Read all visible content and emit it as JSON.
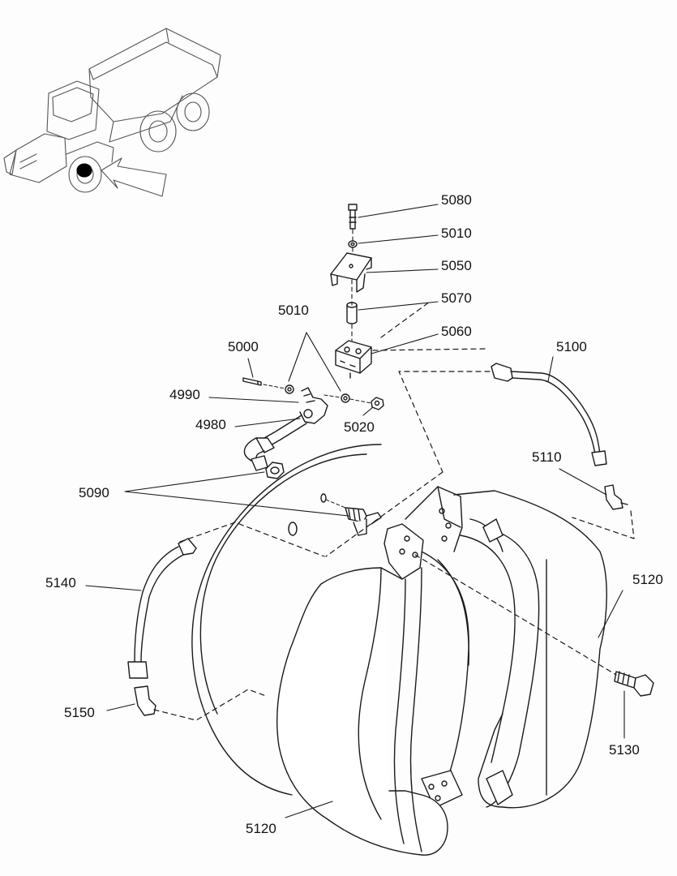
{
  "diagram": {
    "colors": {
      "line": "#1a1a1a",
      "fill": "#ffffff",
      "inset": "#555555",
      "highlight": "#000000"
    },
    "inset_icon": "articulated-dump-truck",
    "callouts": [
      {
        "id": "c5080",
        "text": "5080"
      },
      {
        "id": "c5010a",
        "text": "5010"
      },
      {
        "id": "c5050",
        "text": "5050"
      },
      {
        "id": "c5070",
        "text": "5070"
      },
      {
        "id": "c5010b",
        "text": "5010"
      },
      {
        "id": "c5060",
        "text": "5060"
      },
      {
        "id": "c5000",
        "text": "5000"
      },
      {
        "id": "c5100",
        "text": "5100"
      },
      {
        "id": "c4990",
        "text": "4990"
      },
      {
        "id": "c4980",
        "text": "4980"
      },
      {
        "id": "c5020",
        "text": "5020"
      },
      {
        "id": "c5110",
        "text": "5110"
      },
      {
        "id": "c5090",
        "text": "5090"
      },
      {
        "id": "c5120a",
        "text": "5120"
      },
      {
        "id": "c5140",
        "text": "5140"
      },
      {
        "id": "c5150",
        "text": "5150"
      },
      {
        "id": "c5130",
        "text": "5130"
      },
      {
        "id": "c5120b",
        "text": "5120"
      }
    ]
  }
}
